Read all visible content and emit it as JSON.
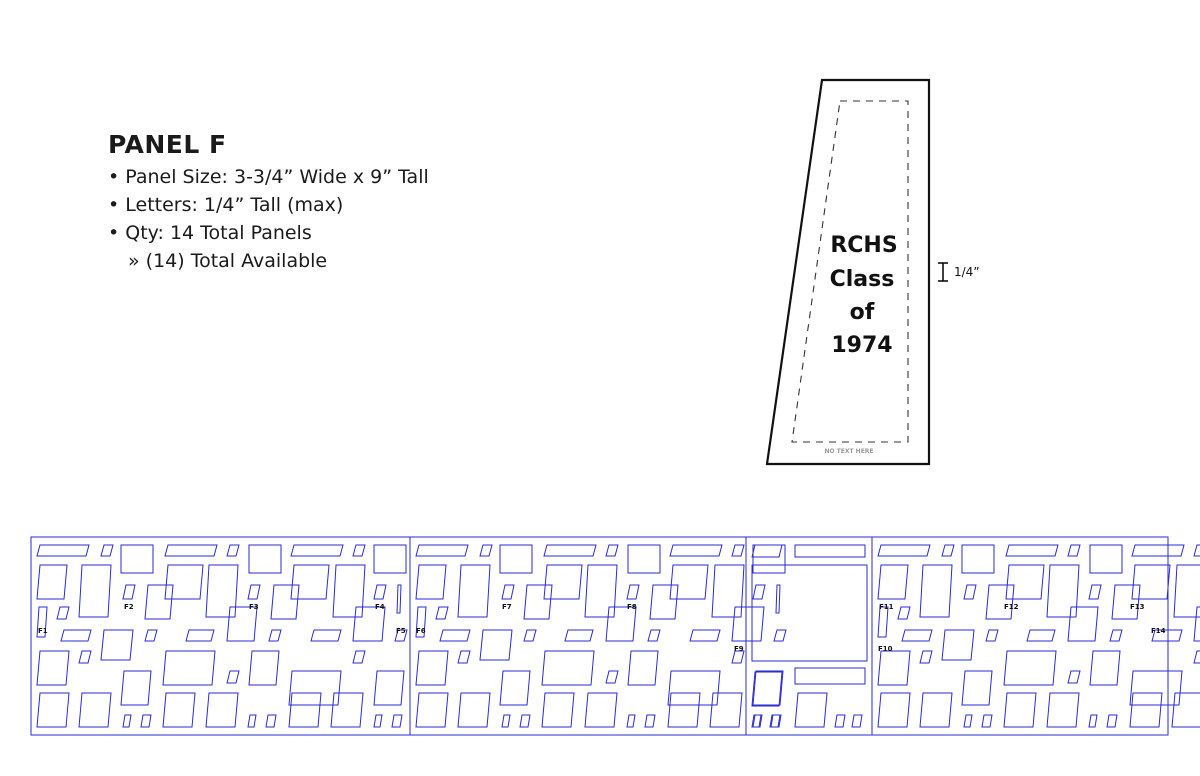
{
  "spec": {
    "title": "PANEL F",
    "lines": [
      "• Panel Size: 3-3/4” Wide x 9” Tall",
      "• Letters: 1/4” Tall (max)",
      "• Qty: 14 Total Panels"
    ],
    "sub": "» (14) Total Available"
  },
  "sample": {
    "text_lines": [
      "RCHS",
      "Class",
      "of",
      "1974"
    ],
    "footer": "NO TEXT HERE",
    "dimension": "1/4”"
  },
  "strip": {
    "stroke_color": "#2a2ad6",
    "labels": [
      "F1",
      "F2",
      "F3",
      "F4",
      "F5",
      "F6",
      "F7",
      "F8",
      "F9",
      "F10",
      "F11",
      "F12",
      "F13",
      "F14"
    ]
  }
}
